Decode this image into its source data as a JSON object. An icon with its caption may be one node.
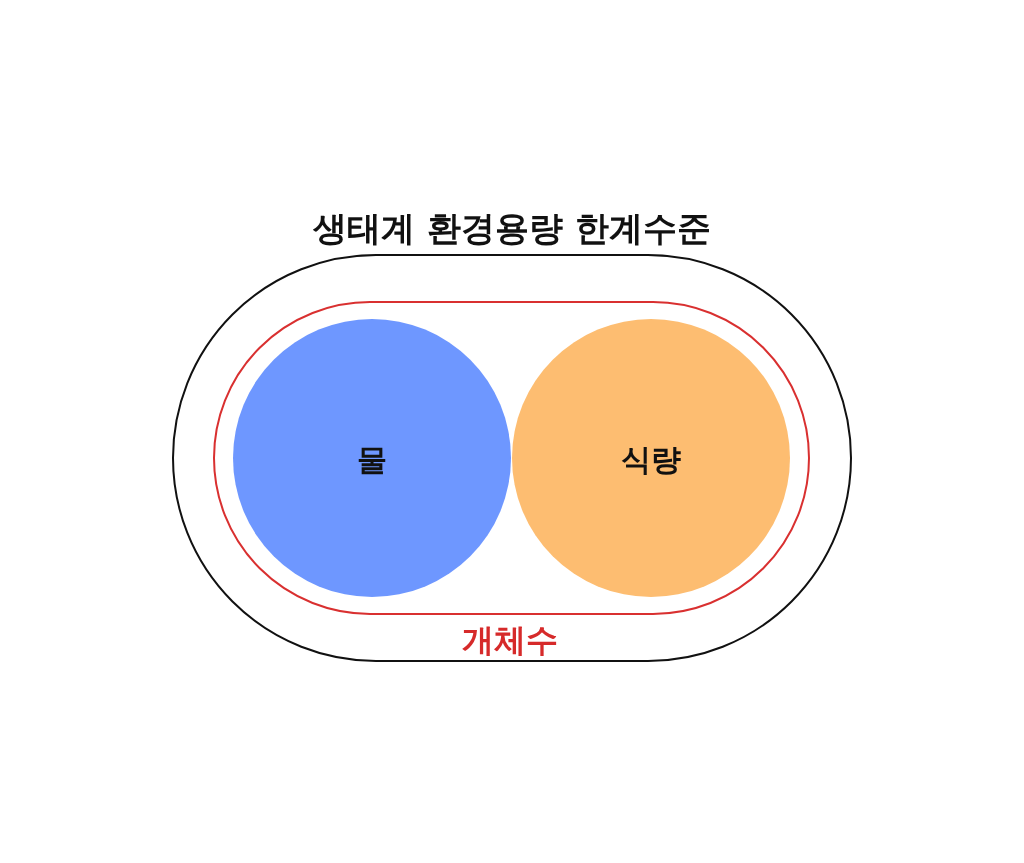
{
  "diagram": {
    "nodes": [
      {
        "text": [
          "생태계 환경용량 한계수준"
        ]
      },
      {
        "text": [
          "개체수"
        ],
        "in": 0
      },
      {
        "text": [
          "물"
        ],
        "in": 1
      },
      {
        "text": [
          "식량"
        ],
        "in": 1
      }
    ]
  }
}
